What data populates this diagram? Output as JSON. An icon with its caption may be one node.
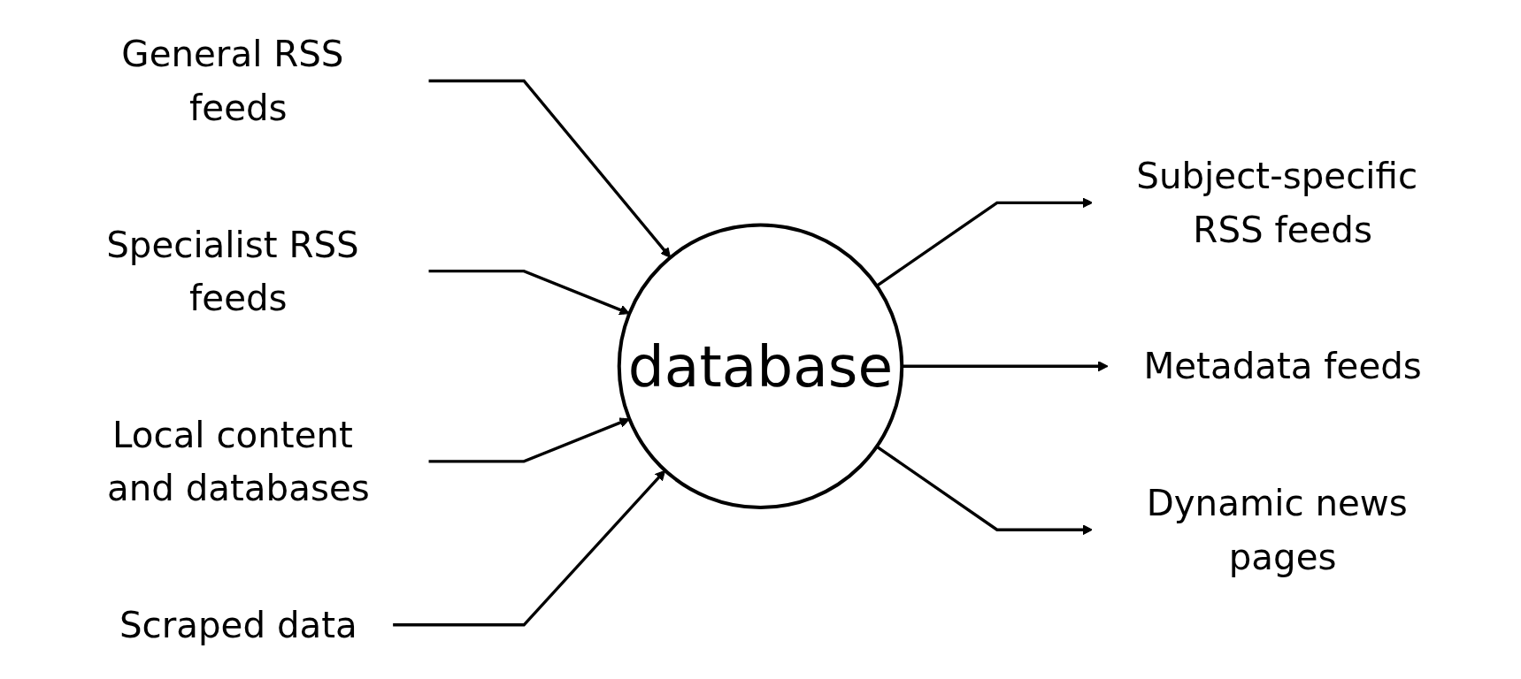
{
  "diagram": {
    "nodes": [
      {
        "text": [
          "General RSS feeds"
        ]
      },
      {
        "text": [
          "Specialist RSS feeds"
        ]
      },
      {
        "text": [
          "Local content and databases"
        ]
      },
      {
        "text": [
          "Scraped data"
        ]
      },
      {
        "text": [
          "database"
        ]
      },
      {
        "text": [
          "Subject-specific RSS feeds"
        ]
      },
      {
        "text": [
          "Metadata feeds"
        ]
      },
      {
        "text": [
          "Dynamic news pages"
        ]
      }
    ],
    "edges": [
      {
        "from": 0,
        "to": 4,
        "arrow": "to"
      },
      {
        "from": 1,
        "to": 4,
        "arrow": "to"
      },
      {
        "from": 2,
        "to": 4,
        "arrow": "to"
      },
      {
        "from": 3,
        "to": 4,
        "arrow": "to"
      },
      {
        "from": 4,
        "to": 5,
        "arrow": "to"
      },
      {
        "from": 4,
        "to": 6,
        "arrow": "to"
      },
      {
        "from": 4,
        "to": 7,
        "arrow": "to"
      }
    ]
  }
}
